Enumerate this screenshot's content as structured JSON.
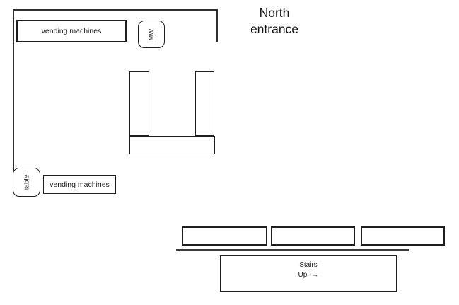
{
  "title": {
    "line1": "North",
    "line2": "entrance"
  },
  "labels": {
    "vending_top": "vending machines",
    "microwave": "MW",
    "table": "table",
    "vending_bottom": "vending machines"
  },
  "stairs": {
    "line1": "Stairs",
    "line2": "Up -→"
  },
  "colors": {
    "line": "#2e2e2e",
    "border": "#1f1f1f",
    "background": "#ffffff"
  }
}
